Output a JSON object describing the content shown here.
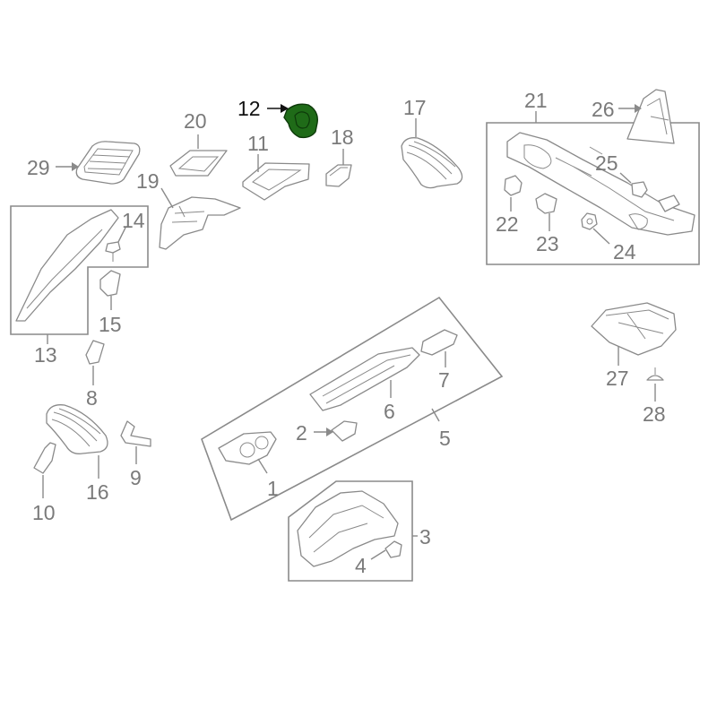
{
  "highlight": {
    "color": "#1f6b18",
    "stroke": "#0d3a0a",
    "part": "12"
  },
  "colors": {
    "line": "#8a8a8a",
    "label": "#7a7a7a",
    "highlight_label": "#111111"
  },
  "callouts": {
    "c1": "1",
    "c2": "2",
    "c3": "3",
    "c4": "4",
    "c5": "5",
    "c6": "6",
    "c7": "7",
    "c8": "8",
    "c9": "9",
    "c10": "10",
    "c11": "11",
    "c12": "12",
    "c13": "13",
    "c14": "14",
    "c15": "15",
    "c16": "16",
    "c17": "17",
    "c18": "18",
    "c19": "19",
    "c20": "20",
    "c21": "21",
    "c22": "22",
    "c23": "23",
    "c24": "24",
    "c25": "25",
    "c26": "26",
    "c27": "27",
    "c28": "28",
    "c29": "29"
  }
}
